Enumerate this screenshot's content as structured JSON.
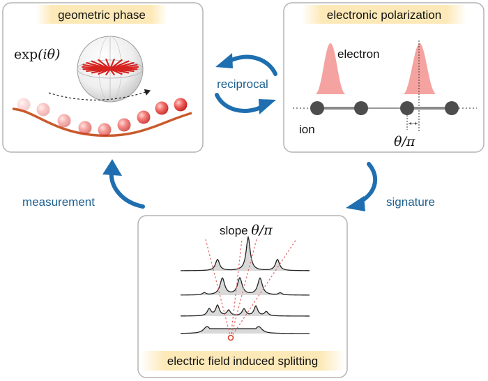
{
  "panels": {
    "geometric_phase": {
      "title": "geometric phase",
      "formula_fn": "exp",
      "formula_arg": "(iθ)"
    },
    "electronic_polarization": {
      "title": "electronic polarization",
      "electron_label": "electron",
      "ion_label": "ion",
      "shift_label": "θ/π"
    },
    "splitting": {
      "title": "electric field induced splitting",
      "slope_prefix": "slope ",
      "slope_value": "θ/π"
    }
  },
  "arrows": {
    "reciprocal": "reciprocal",
    "measurement": "measurement",
    "signature": "signature"
  },
  "colors": {
    "title_highlight": "#fde9b8",
    "arrow_blue": "#1f6fb0",
    "label_blue": "#1d5f8f",
    "ball_red": "#e23a35",
    "track_orange": "#c95a2b",
    "electron_pink": "#f5a3a0",
    "ion_gray": "#4d4d4d",
    "slope_dash_red": "#e86b6b"
  }
}
